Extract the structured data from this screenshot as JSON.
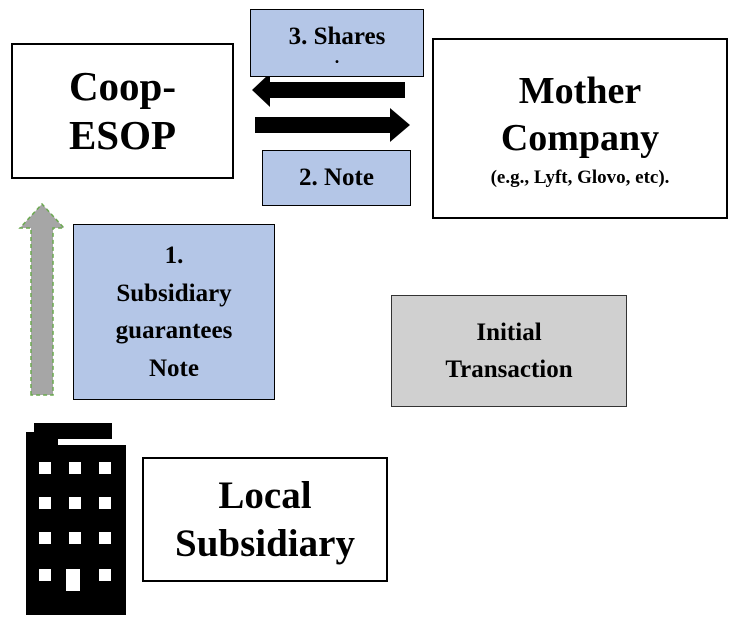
{
  "nodes": {
    "coop": {
      "line1": "Coop-",
      "line2": "ESOP"
    },
    "mother": {
      "line1": "Mother",
      "line2": "Company",
      "example": "(e.g., Lyft, Glovo, etc)."
    },
    "local": {
      "line1": "Local",
      "line2": "Subsidiary"
    }
  },
  "labels": {
    "shares": {
      "line1": "3. Shares",
      "line2": "."
    },
    "note": "2. Note",
    "guarantee": {
      "line1": "1.",
      "line2": "Subsidiary",
      "line3": "guarantees",
      "line4": "Note"
    },
    "initial": {
      "line1": "Initial",
      "line2": "Transaction"
    }
  },
  "colors": {
    "label_fill": "#b4c6e7",
    "initial_fill": "#d0d0d0",
    "guarantee_arrow_fill": "#a6a6a6",
    "guarantee_arrow_border": "#6aa84f"
  },
  "icons": {
    "building": "building-icon"
  }
}
